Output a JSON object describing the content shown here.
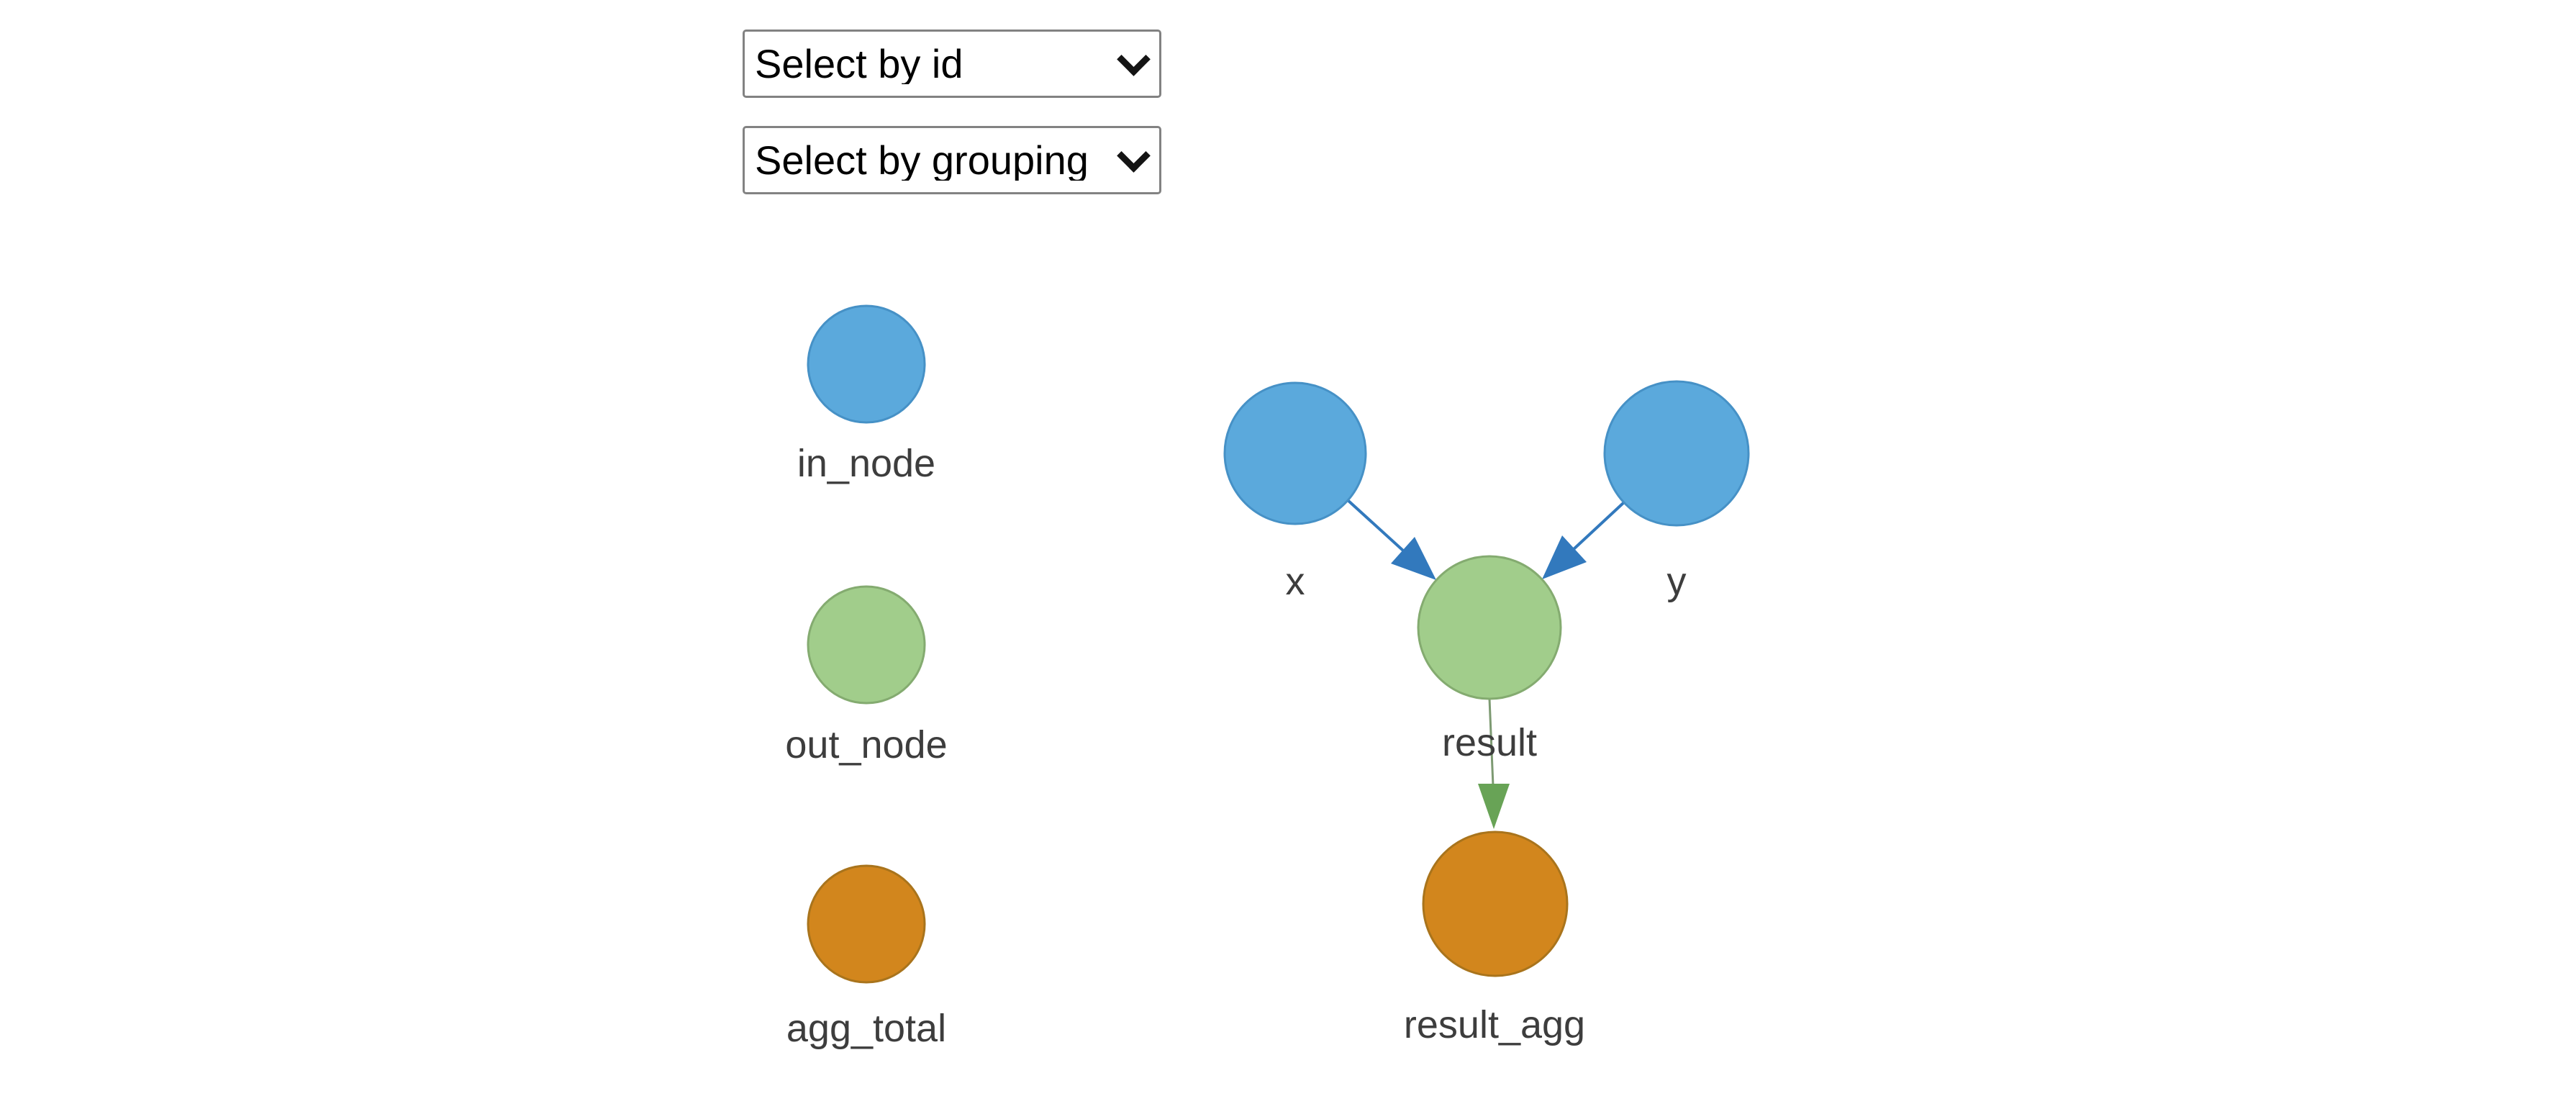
{
  "page": {
    "background": "#ffffff",
    "text_color": "#3d3d3d"
  },
  "controls": {
    "select_by_id": {
      "value": "Select by id"
    },
    "select_by_grouping": {
      "value": "Select by grouping"
    },
    "chevron_icon": "chevron-down"
  },
  "legend": {
    "items": [
      {
        "id": "in_node",
        "label": "in_node",
        "color": "#5ba9dc",
        "stroke": "#4691c6"
      },
      {
        "id": "out_node",
        "label": "out_node",
        "color": "#a1cd8b",
        "stroke": "#84ab70"
      },
      {
        "id": "agg_total",
        "label": "agg_total",
        "color": "#d2861d",
        "stroke": "#a9741c"
      }
    ]
  },
  "graph": {
    "nodes": [
      {
        "id": "x",
        "label": "x",
        "type": "in_node",
        "fill": "#5ba9dc",
        "stroke": "#4691c6"
      },
      {
        "id": "y",
        "label": "y",
        "type": "in_node",
        "fill": "#5ba9dc",
        "stroke": "#4691c6"
      },
      {
        "id": "result",
        "label": "result",
        "type": "out_node",
        "fill": "#a1cd8b",
        "stroke": "#84ab70"
      },
      {
        "id": "result_agg",
        "label": "result_agg",
        "type": "agg_total",
        "fill": "#d2861d",
        "stroke": "#a9741c"
      }
    ],
    "edges": [
      {
        "from": "x",
        "to": "result",
        "color": "#3279bd"
      },
      {
        "from": "y",
        "to": "result",
        "color": "#3279bd"
      },
      {
        "from": "result",
        "to": "result_agg",
        "color": "#68a356",
        "stem_color": "#7d9a72"
      }
    ]
  }
}
